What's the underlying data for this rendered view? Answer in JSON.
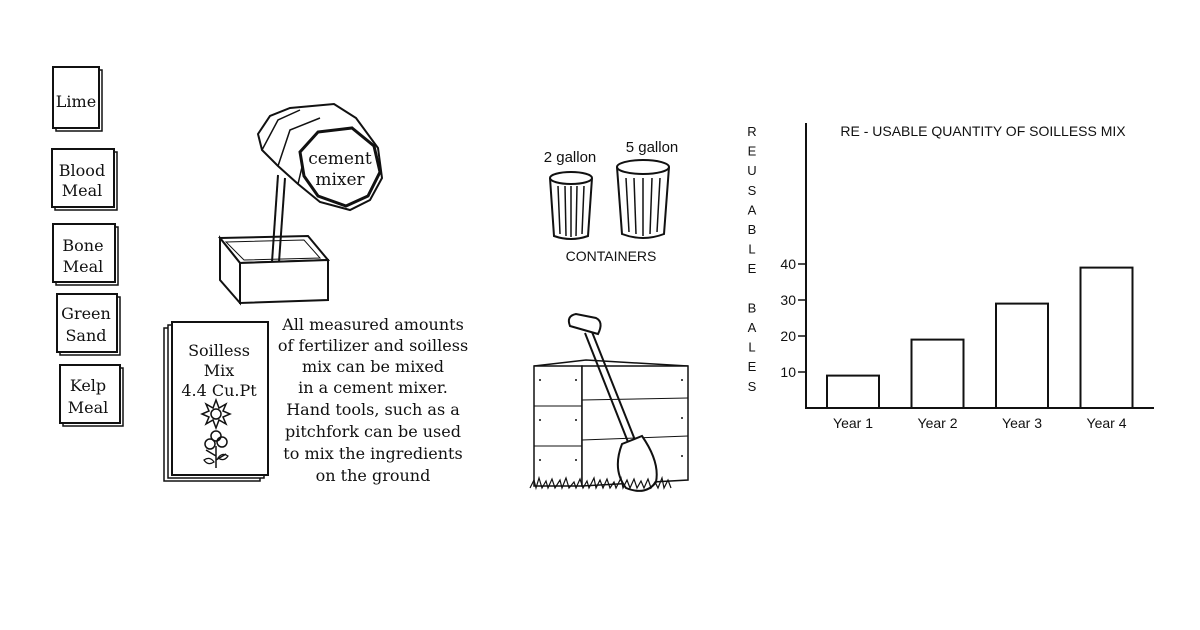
{
  "bags": [
    {
      "lines": [
        "Lime"
      ]
    },
    {
      "lines": [
        "Blood",
        "Meal"
      ]
    },
    {
      "lines": [
        "Bone",
        "Meal"
      ]
    },
    {
      "lines": [
        "Green",
        "Sand"
      ]
    },
    {
      "lines": [
        "Kelp",
        "Meal"
      ]
    }
  ],
  "mixer": {
    "lines": [
      "cement",
      "mixer"
    ]
  },
  "soil_bag": {
    "lines": [
      "Soilless",
      "Mix",
      "4.4 Cu.Pt"
    ]
  },
  "instructions": {
    "lines": [
      "All measured amounts",
      "of fertilizer and soilless",
      "mix can be mixed",
      "in a cement mixer.",
      "Hand tools, such as a",
      "pitchfork can be used",
      "to mix the ingredients",
      "on the ground"
    ]
  },
  "containers": {
    "small_label": "2 gallon",
    "large_label": "5 gallon",
    "caption": "CONTAINERS"
  },
  "chart_data": {
    "type": "bar",
    "title": "RE - USABLE QUANTITY OF SOILLESS MIX",
    "ylabel": "REUSABLE BALES",
    "ylabel_letters": [
      "R",
      "E",
      "U",
      "S",
      "A",
      "B",
      "L",
      "E",
      "",
      "B",
      "A",
      "L",
      "E",
      "S"
    ],
    "categories": [
      "Year 1",
      "Year 2",
      "Year 3",
      "Year 4"
    ],
    "values": [
      9,
      19,
      29,
      39
    ],
    "yticks": [
      10,
      20,
      30,
      40
    ],
    "ylim": [
      0,
      80
    ],
    "grid": false,
    "legend": "none"
  }
}
